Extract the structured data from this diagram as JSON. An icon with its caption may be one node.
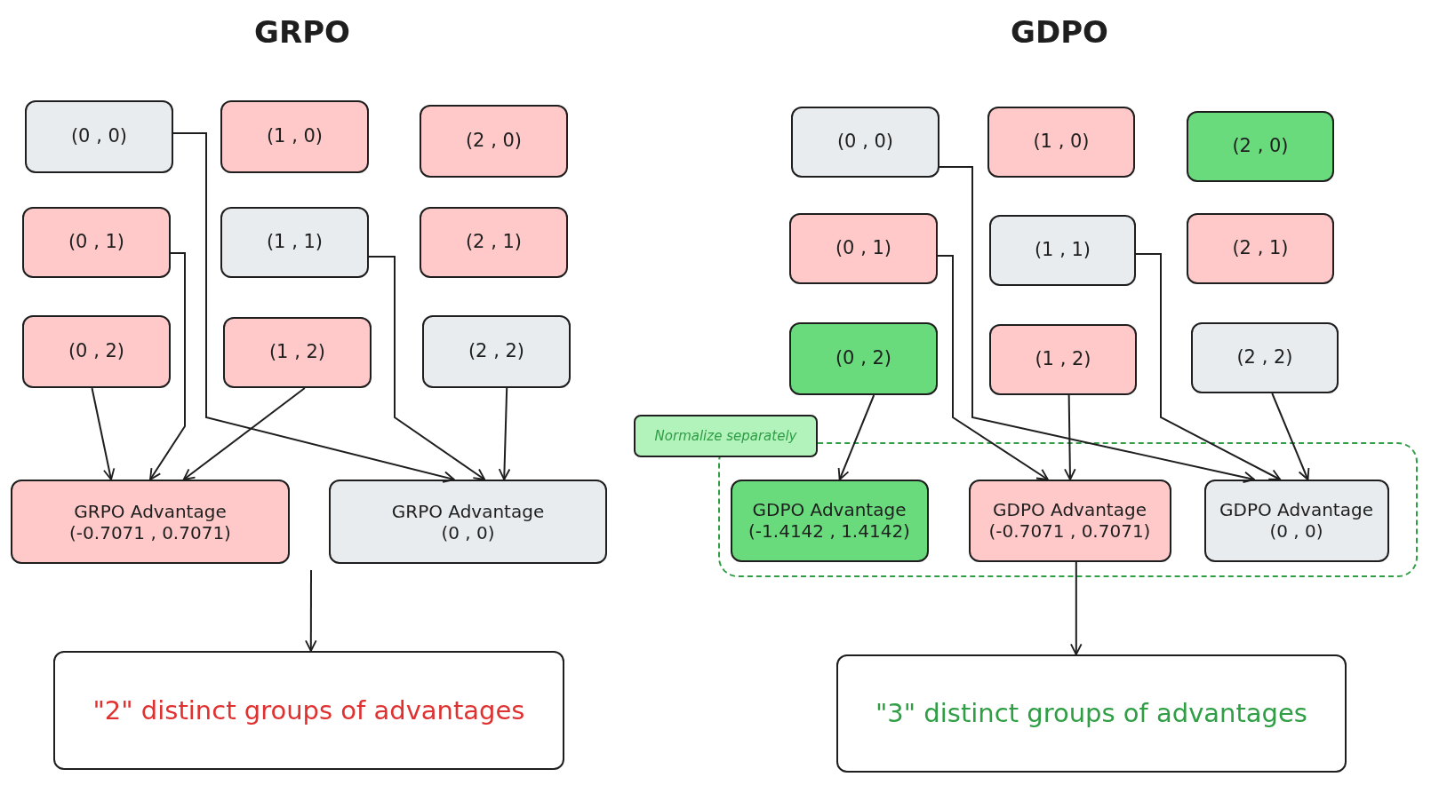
{
  "diagram": {
    "nodes": [
      {
        "text": [
          "(0 , 0)"
        ]
      },
      {
        "text": [
          "(1 , 0)"
        ]
      },
      {
        "text": [
          "(2 , 0)"
        ]
      },
      {
        "text": [
          "(0 , 1)"
        ]
      },
      {
        "text": [
          "(1 , 1)"
        ]
      },
      {
        "text": [
          "(2 , 1)"
        ]
      },
      {
        "text": [
          "(0 , 2)"
        ]
      },
      {
        "text": [
          "(1 , 2)"
        ]
      },
      {
        "text": [
          "(2 , 2)"
        ]
      },
      {
        "text": [
          "GRPO Advantage",
          "(-0.7071 , 0.7071)"
        ]
      },
      {
        "text": [
          "GRPO Advantage",
          "(0 , 0)"
        ]
      },
      {
        "text": [
          "\"2\" distinct groups of advantages"
        ]
      },
      {
        "text": [
          "(0 , 0)"
        ]
      },
      {
        "text": [
          "(1 , 0)"
        ]
      },
      {
        "text": [
          "(2 , 0)"
        ]
      },
      {
        "text": [
          "(0 , 1)"
        ]
      },
      {
        "text": [
          "(1 , 1)"
        ]
      },
      {
        "text": [
          "(2 , 1)"
        ]
      },
      {
        "text": [
          "(0 , 2)"
        ]
      },
      {
        "text": [
          "(1 , 2)"
        ]
      },
      {
        "text": [
          "(2 , 2)"
        ]
      },
      {
        "text": [
          "Normalize separately"
        ]
      },
      {
        "text": [],
        "shape": "box"
      },
      {
        "text": [
          "GDPO Advantage",
          "(-1.4142 , 1.4142)"
        ],
        "in": 22
      },
      {
        "text": [
          "GDPO Advantage",
          "(-0.7071 , 0.7071)"
        ],
        "in": 22
      },
      {
        "text": [
          "GDPO Advantage",
          "(0 , 0)"
        ],
        "in": 22
      },
      {
        "text": [
          "\"3\" distinct groups of advantages"
        ]
      }
    ],
    "edges": [
      {
        "from": 0,
        "to": 10,
        "arrow": "to"
      },
      {
        "from": 4,
        "to": 10,
        "arrow": "to"
      },
      {
        "from": 8,
        "to": 10,
        "arrow": "to"
      },
      {
        "from": 3,
        "to": 9,
        "arrow": "to"
      },
      {
        "from": 6,
        "to": 9,
        "arrow": "to"
      },
      {
        "from": 7,
        "to": 9,
        "arrow": "to"
      },
      {
        "from": null,
        "to": 11,
        "arrow": "to"
      },
      {
        "from": 12,
        "to": 25,
        "arrow": "to"
      },
      {
        "from": 16,
        "to": 25,
        "arrow": "to"
      },
      {
        "from": 20,
        "to": 25,
        "arrow": "to"
      },
      {
        "from": 15,
        "to": 24,
        "arrow": "to"
      },
      {
        "from": 19,
        "to": 24,
        "arrow": "to"
      },
      {
        "from": 18,
        "to": 23,
        "arrow": "to"
      },
      {
        "from": 24,
        "to": 26,
        "arrow": "to"
      }
    ],
    "labels": [
      "GRPO",
      "GDPO"
    ]
  }
}
